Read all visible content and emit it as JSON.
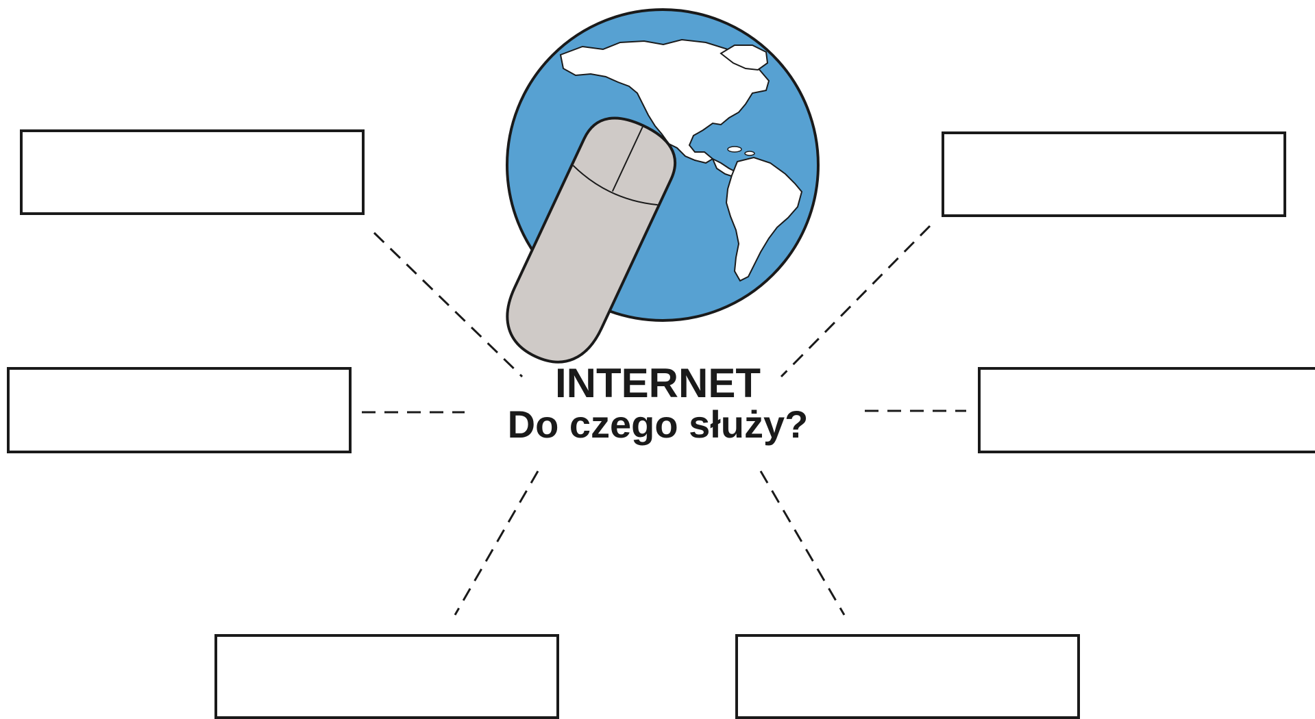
{
  "diagram": {
    "title": "INTERNET",
    "subtitle": "Do czego służy?",
    "answer_boxes": [
      {
        "position": "top-left",
        "text": ""
      },
      {
        "position": "middle-left",
        "text": ""
      },
      {
        "position": "bottom-left",
        "text": ""
      },
      {
        "position": "top-right",
        "text": ""
      },
      {
        "position": "middle-right",
        "text": ""
      },
      {
        "position": "bottom-right",
        "text": ""
      }
    ]
  },
  "colors": {
    "ocean": "#57A1D2",
    "land": "#FFFFFF",
    "mouse_body": "#CFCAC7",
    "outline": "#1A1A1A",
    "connector": "#1A1A1A"
  },
  "icons": {
    "globe": "globe-icon",
    "mouse": "computer-mouse-icon"
  }
}
